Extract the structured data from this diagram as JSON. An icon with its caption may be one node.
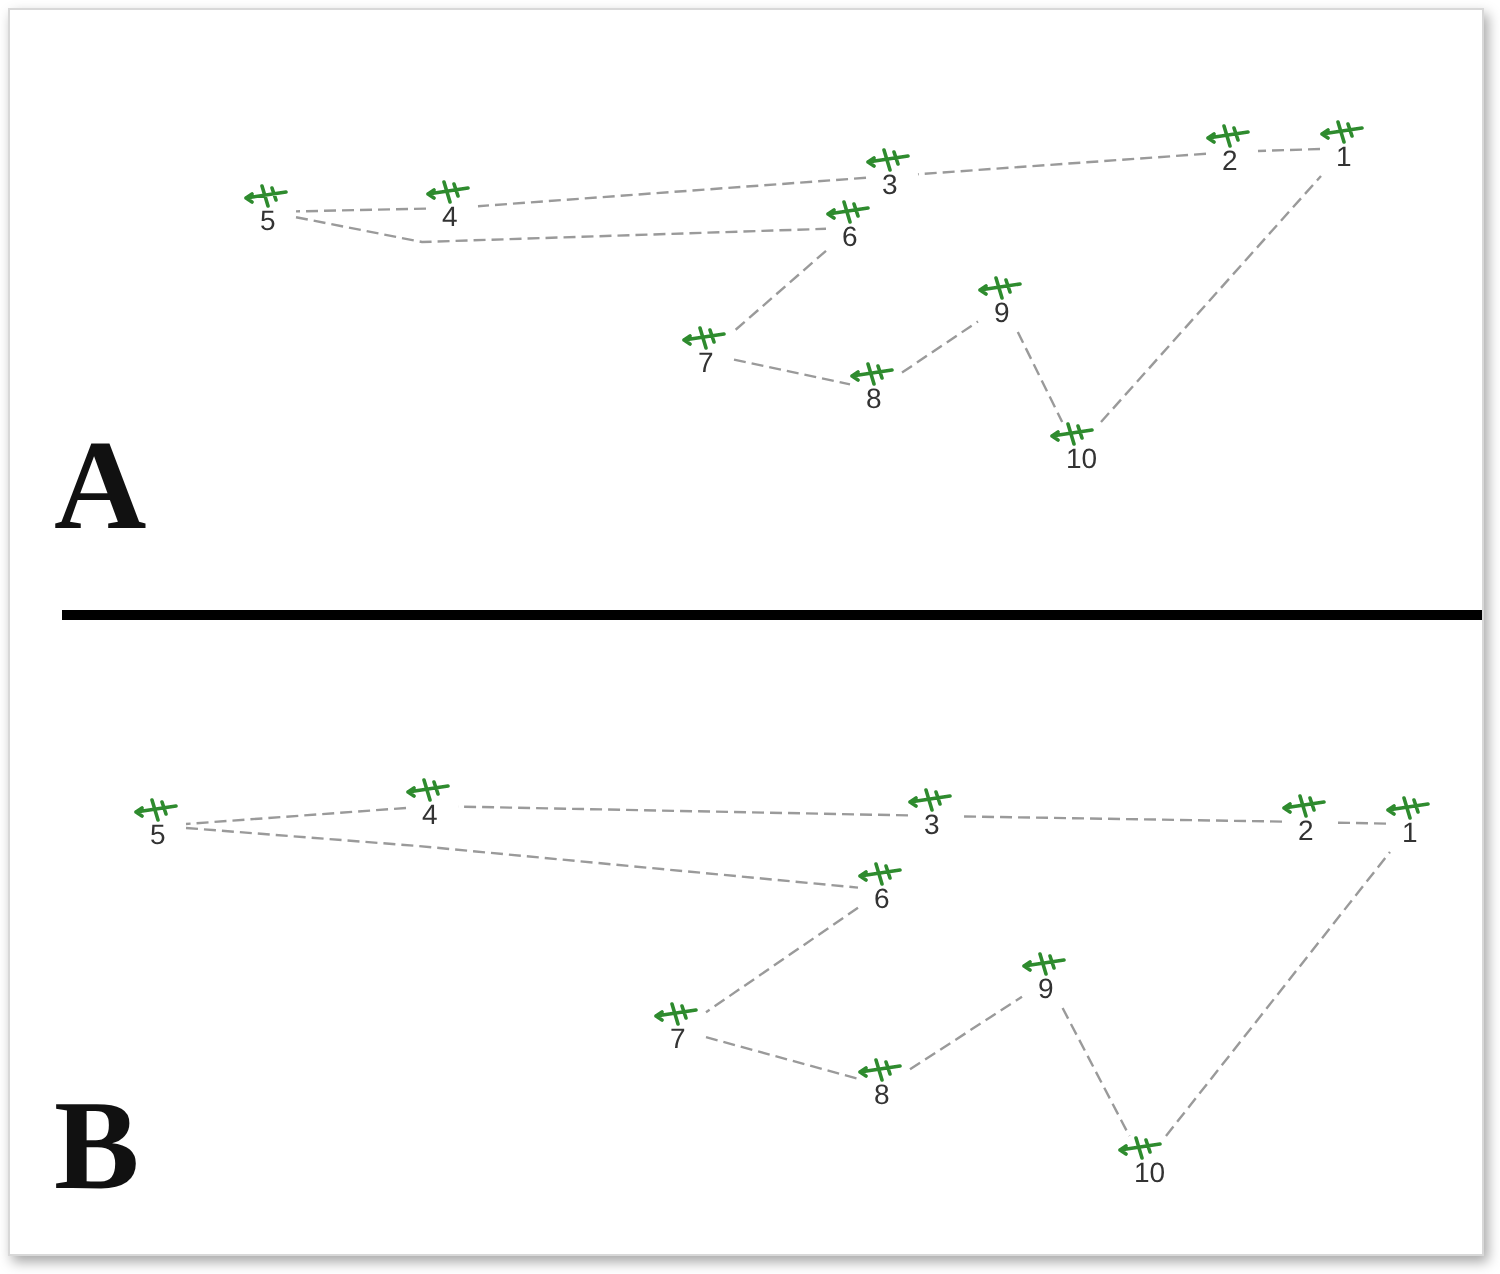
{
  "diagram": {
    "nodes": [
      {
        "text": [
          "1"
        ]
      },
      {
        "text": [
          "2"
        ]
      },
      {
        "text": [
          "3"
        ]
      },
      {
        "text": [
          "4"
        ]
      },
      {
        "text": [
          "5"
        ]
      },
      {
        "text": [
          "6"
        ]
      },
      {
        "text": [
          "7"
        ]
      },
      {
        "text": [
          "8"
        ]
      },
      {
        "text": [
          "9"
        ]
      },
      {
        "text": [
          "10"
        ]
      },
      {
        "text": [
          "5"
        ]
      },
      {
        "text": [
          "4"
        ]
      },
      {
        "text": [
          "3"
        ]
      },
      {
        "text": [
          "2"
        ]
      },
      {
        "text": [
          "1"
        ]
      },
      {
        "text": [
          "6"
        ]
      },
      {
        "text": [
          "9"
        ]
      },
      {
        "text": [
          "7"
        ]
      },
      {
        "text": [
          "8"
        ]
      },
      {
        "text": [
          "10"
        ]
      }
    ],
    "edges": [
      {
        "from": 0,
        "to": 1,
        "arrow": "none"
      },
      {
        "from": 1,
        "to": 2,
        "arrow": "none"
      },
      {
        "from": 2,
        "to": 3,
        "arrow": "none"
      },
      {
        "from": 3,
        "to": 4,
        "arrow": "none"
      },
      {
        "from": 4,
        "to": 5,
        "arrow": "none"
      },
      {
        "from": 5,
        "to": 6,
        "arrow": "none"
      },
      {
        "from": 6,
        "to": 7,
        "arrow": "none"
      },
      {
        "from": 7,
        "to": 8,
        "arrow": "none"
      },
      {
        "from": 8,
        "to": 9,
        "arrow": "none"
      },
      {
        "from": 9,
        "to": 0,
        "arrow": "none"
      },
      {
        "from": 14,
        "to": 13,
        "arrow": "none"
      },
      {
        "from": 13,
        "to": 12,
        "arrow": "none"
      },
      {
        "from": 12,
        "to": 11,
        "arrow": "none"
      },
      {
        "from": 11,
        "to": 10,
        "arrow": "none"
      },
      {
        "from": 10,
        "to": 15,
        "arrow": "none"
      },
      {
        "from": 15,
        "to": 17,
        "arrow": "none"
      },
      {
        "from": 17,
        "to": 18,
        "arrow": "none"
      },
      {
        "from": 18,
        "to": 16,
        "arrow": "none"
      },
      {
        "from": 16,
        "to": 19,
        "arrow": "none"
      },
      {
        "from": 19,
        "to": 14,
        "arrow": "none"
      }
    ],
    "labels": [
      "A",
      "B"
    ]
  }
}
